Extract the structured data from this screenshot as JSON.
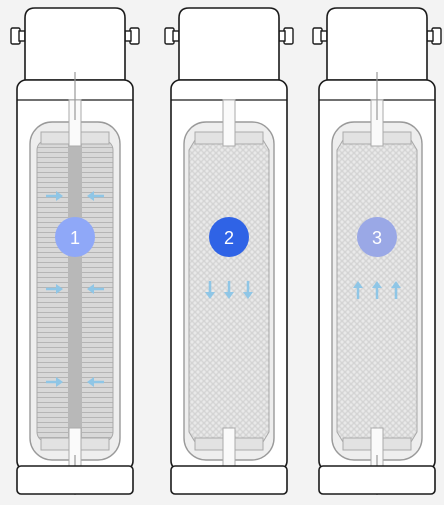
{
  "diagram": {
    "stages": [
      {
        "number": "1",
        "badge_color": "#8fa8f8",
        "flow": "inward"
      },
      {
        "number": "2",
        "badge_color": "#2f63e6",
        "flow": "down"
      },
      {
        "number": "3",
        "badge_color": "#9aa8e6",
        "flow": "up"
      }
    ],
    "colors": {
      "background": "#f3f3f3",
      "housing_stroke": "#1a1a1a",
      "housing_fill": "#ffffff",
      "glass_fill": "#eeeeee",
      "filter_media": "#c8c8c8",
      "core_tube": "#b8b8b8",
      "arrow": "#8fc6e6"
    }
  }
}
